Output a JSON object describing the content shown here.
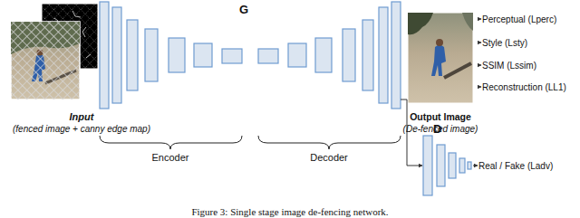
{
  "diagram": {
    "caption": "Figure 3: Single stage image de-fencing network.",
    "nodes": [
      {
        "text": [
          "Input",
          "(fenced image + canny edge map)"
        ]
      },
      {
        "text": [
          "G"
        ]
      },
      {
        "text": [
          "Output Image",
          "(De-fenced image)"
        ]
      },
      {
        "text": [
          "Perceptual (Lperc)"
        ]
      },
      {
        "text": [
          "Style (Lsty)"
        ]
      },
      {
        "text": [
          "SSIM (Lssim)"
        ]
      },
      {
        "text": [
          "Reconstruction (LL1)"
        ]
      },
      {
        "text": [
          "D"
        ]
      },
      {
        "text": [
          "Real / Fake (Ladv)"
        ]
      }
    ],
    "edges": [
      {
        "from": 2,
        "to": 3,
        "arrow": "to"
      },
      {
        "from": 2,
        "to": 4,
        "arrow": "to"
      },
      {
        "from": 2,
        "to": 5,
        "arrow": "to"
      },
      {
        "from": 2,
        "to": 6,
        "arrow": "to"
      },
      {
        "from": 1,
        "to": 7,
        "arrow": "to"
      },
      {
        "from": 7,
        "to": 8,
        "arrow": "to"
      }
    ],
    "labels": [
      "Encoder",
      "Decoder"
    ]
  }
}
